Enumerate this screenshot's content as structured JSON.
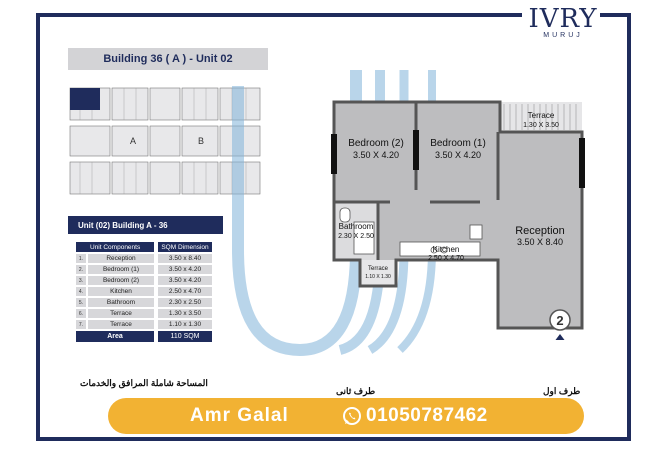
{
  "brand": {
    "name": "IVRY",
    "sub": "MURUJ"
  },
  "header": {
    "title": "Building 36 ( A ) - Unit 02"
  },
  "keyplan": {
    "label_a": "A",
    "label_b": "B"
  },
  "unit_table": {
    "title": "Unit (02) Building A - 36",
    "col_component": "Unit Components",
    "col_dimension": "SQM Dimension",
    "rows": [
      {
        "n": "1.",
        "component": "Reception",
        "dimension": "3.50 x 8.40"
      },
      {
        "n": "2.",
        "component": "Bedroom (1)",
        "dimension": "3.50 x 4.20"
      },
      {
        "n": "3.",
        "component": "Bedroom (2)",
        "dimension": "3.50 x 4.20"
      },
      {
        "n": "4.",
        "component": "Kitchen",
        "dimension": "2.50 x 4.70"
      },
      {
        "n": "5.",
        "component": "Bathroom",
        "dimension": "2.30 x 2.50"
      },
      {
        "n": "6.",
        "component": "Terrace",
        "dimension": "1.30 x 3.50"
      },
      {
        "n": "7.",
        "component": "Terrace",
        "dimension": "1.10 x 1.30"
      }
    ],
    "area_label": "Area",
    "area_value": "110 SQM"
  },
  "floorplan": {
    "bedroom2": {
      "name": "Bedroom (2)",
      "dim": "3.50 X 4.20"
    },
    "bedroom1": {
      "name": "Bedroom (1)",
      "dim": "3.50 X 4.20"
    },
    "terrace_top": {
      "name": "Terrace",
      "dim": "1.30 X 3.50"
    },
    "bathroom": {
      "name": "Bathroom",
      "dim": "2.30 X 2.50"
    },
    "kitchen": {
      "name": "Kitchen",
      "dim": "2.50 X 4.70"
    },
    "reception": {
      "name": "Reception",
      "dim": "3.50 X 8.40"
    },
    "terrace_small": {
      "name": "Terrace",
      "dim": "1.10 X 1.30"
    },
    "unit_number": "2"
  },
  "notes": {
    "area_note": "المساحة شاملة المرافق والخدمات",
    "party_two": "طرف ثانى",
    "party_one": "طرف اول"
  },
  "contact": {
    "name": "Amr Galal",
    "phone": "01050787462"
  },
  "colors": {
    "navy": "#1f2c5c",
    "orange": "#f2b233",
    "wall": "#555555",
    "room": "#bdbdbf",
    "arc": "#7fb3d9"
  }
}
